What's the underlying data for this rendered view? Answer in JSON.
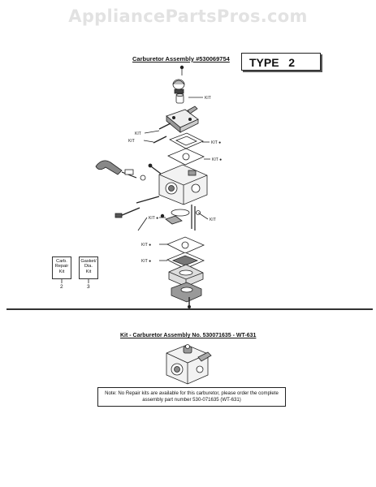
{
  "watermark": "AppliancePartsPros.com",
  "assembly_title": "Carburetor Assembly #530069754",
  "type_label": "TYPE   2",
  "callout_labels": {
    "kit": "KIT",
    "kit_star": "KIT ●",
    "star_kit": "KIT ●"
  },
  "legend": {
    "carb_repair_kit": {
      "lines": [
        "Carb.",
        "Repair",
        "Kit"
      ],
      "number": "2"
    },
    "gasket_dia_kit": {
      "lines": [
        "Gasket/",
        "Dia.",
        "Kit"
      ],
      "number": "3"
    }
  },
  "kit_title": "Kit - Carburetor Assembly No. 530071635 - WT-631",
  "note": "Note: No Repair kits are available for this carburetor, please order the complete assembly part number 530-071635 (WT-631)"
}
